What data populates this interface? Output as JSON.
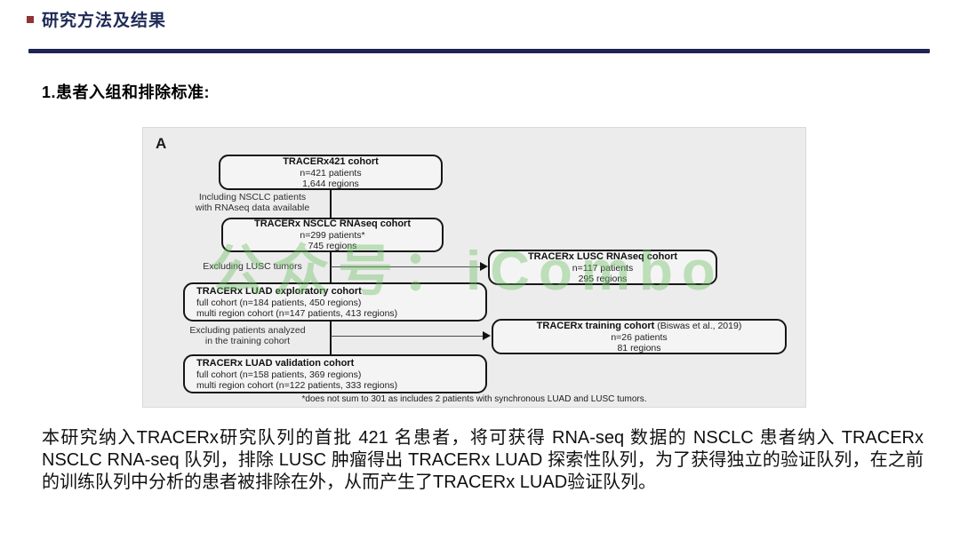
{
  "header": {
    "title": "研究方法及结果",
    "bullet_color": "#8e3434",
    "accent_color": "#1e2454"
  },
  "section": {
    "title": "1.患者入组和排除标准:"
  },
  "figure": {
    "panel_label": "A",
    "watermark": "公众号：iCombo",
    "watermark_color": "#6ebe64",
    "boxes": {
      "cohort421": {
        "title": "TRACERx421 cohort",
        "lines": [
          "n=421 patients",
          "1,644 regions"
        ]
      },
      "nsclc": {
        "title": "TRACERx NSCLC RNAseq cohort",
        "lines": [
          "n=299 patients*",
          "745 regions"
        ]
      },
      "lusc": {
        "title": "TRACERx LUSC RNAseq cohort",
        "lines": [
          "n=117 patients",
          "295 regions"
        ]
      },
      "exploratory": {
        "title": "TRACERx LUAD exploratory cohort",
        "lines": [
          "full cohort (n=184 patients, 450 regions)",
          "multi region cohort (n=147 patients, 413 regions)"
        ]
      },
      "training": {
        "title": "TRACERx training cohort",
        "title_suffix": " (Biswas et al., 2019)",
        "lines": [
          "n=26 patients",
          "81 regions"
        ]
      },
      "validation": {
        "title": "TRACERx LUAD validation cohort",
        "lines": [
          "full cohort (n=158 patients, 369 regions)",
          "multi region cohort (n=122 patients, 333 regions)"
        ]
      }
    },
    "edge_labels": {
      "include_nsclc": [
        "Including NSCLC patients",
        "with RNAseq data available"
      ],
      "exclude_lusc": "Excluding LUSC tumors",
      "exclude_training": [
        "Excluding patients analyzed",
        "in the training cohort"
      ]
    },
    "footnote": "*does not sum to 301 as includes 2 patients with synchronous LUAD and LUSC tumors."
  },
  "body_text": "本研究纳入TRACERx研究队列的首批 421 名患者，将可获得 RNA-seq 数据的 NSCLC 患者纳入 TRACERx NSCLC RNA-seq 队列，排除 LUSC 肿瘤得出 TRACERx LUAD 探索性队列，为了获得独立的验证队列，在之前的训练队列中分析的患者被排除在外，从而产生了TRACERx LUAD验证队列。"
}
